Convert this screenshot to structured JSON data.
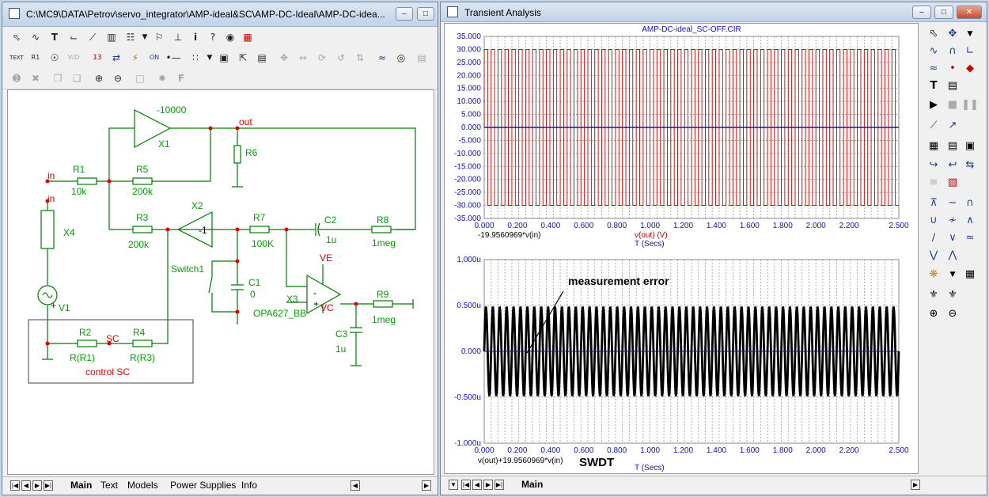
{
  "schematic_window": {
    "title": "C:\\MC9\\DATA\\Petrov\\servo_integrator\\AMP-ideal&SC\\AMP-DC-Ideal\\AMP-DC-idea...",
    "tabs": [
      "Main",
      "Text",
      "Models",
      "Power Supplies",
      "Info"
    ],
    "labels": {
      "gain_val": "-10000",
      "x1": "X1",
      "out": "out",
      "r6": "R6",
      "in1": "in",
      "r1": "R1",
      "r1_val": "10k",
      "r5": "R5",
      "r5_val": "200k",
      "in2": "in",
      "x4": "X4",
      "r3": "R3",
      "r3_val": "200k",
      "x2": "X2",
      "x2_gain": "-1",
      "r7": "R7",
      "r7_val": "100K",
      "c2": "C2",
      "c2_val": "1u",
      "r8": "R8",
      "r8_val": "1meg",
      "switch1": "Switch1",
      "c1": "C1",
      "c1_val": "0",
      "ve": "VE",
      "vc": "VC",
      "x3": "X3",
      "x3_model": "OPA627_BB",
      "r9": "R9",
      "r9_val": "1meg",
      "c3": "C3",
      "c3_val": "1u",
      "v1": "V1",
      "plus": "+",
      "r2": "R2",
      "r2_val": "R(R1)",
      "sc": "SC",
      "r4": "R4",
      "r4_val": "R(R3)",
      "control_sc": "control SC",
      "op_minus": "-",
      "op_plus": "+"
    }
  },
  "analysis_window": {
    "title": "Transient Analysis",
    "tabs": [
      "Main"
    ],
    "top_plot": {
      "title": "AMP-DC-ideal_SC-OFF.CIR",
      "y_ticks": [
        "35.000",
        "30.000",
        "25.000",
        "20.000",
        "15.000",
        "10.000",
        "5.000",
        "0.000",
        "-5.000",
        "-10.000",
        "-15.000",
        "-20.000",
        "-25.000",
        "-30.000",
        "-35.000"
      ],
      "x_ticks": [
        "0.000",
        "0.200",
        "0.400",
        "0.600",
        "0.800",
        "1.000",
        "1.200",
        "1.400",
        "1.600",
        "1.800",
        "2.000",
        "2.200",
        "2.500"
      ],
      "trace_label_blue": "-19.9560969*v(in)",
      "trace_label_red": "v(out) (V)",
      "x_label": "T (Secs)"
    },
    "bottom_plot": {
      "y_ticks": [
        "1.000u",
        "0.500u",
        "0.000",
        "-0.500u",
        "-1.000u"
      ],
      "x_ticks": [
        "0.000",
        "0.200",
        "0.400",
        "0.600",
        "0.800",
        "1.000",
        "1.200",
        "1.400",
        "1.600",
        "1.800",
        "2.000",
        "2.200",
        "2.500"
      ],
      "trace_label": "v(out)+19.9560969*v(in)",
      "annotation": "measurement error",
      "note": "SWDT",
      "x_label": "T (Secs)"
    }
  },
  "colors": {
    "wire": "#007a00",
    "label_green": "#00a000",
    "node_red": "#e00000",
    "plot_blue": "#1010c8",
    "trace_red": "#c00000"
  }
}
